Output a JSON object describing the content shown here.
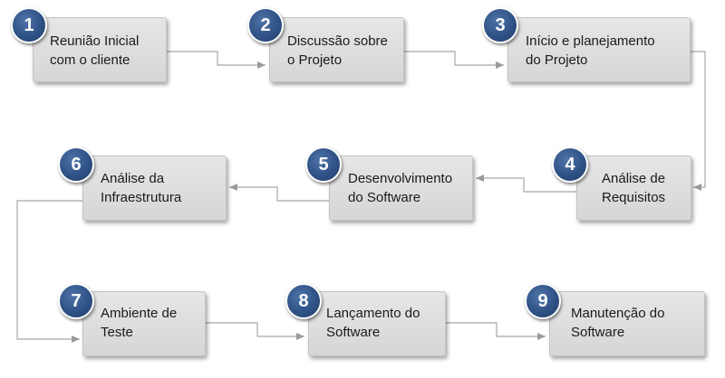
{
  "steps": [
    {
      "number": "1",
      "lines": [
        "Reunião Inicial",
        "com o cliente"
      ]
    },
    {
      "number": "2",
      "lines": [
        "Discussão sobre",
        "o Projeto"
      ]
    },
    {
      "number": "3",
      "lines": [
        "Início e planejamento",
        "do Projeto"
      ]
    },
    {
      "number": "4",
      "lines": [
        "Análise de",
        "Requisitos"
      ]
    },
    {
      "number": "5",
      "lines": [
        "Desenvolvimento",
        "do Software"
      ]
    },
    {
      "number": "6",
      "lines": [
        "Análise da",
        "Infraestrutura"
      ]
    },
    {
      "number": "7",
      "lines": [
        "Ambiente de",
        "Teste"
      ]
    },
    {
      "number": "8",
      "lines": [
        "Lançamento do",
        "Software"
      ]
    },
    {
      "number": "9",
      "lines": [
        "Manutenção do",
        "Software"
      ]
    }
  ],
  "colors": {
    "badge": "#2f5286",
    "box": "#dcdcdc",
    "connector": "#a6a6a6"
  }
}
